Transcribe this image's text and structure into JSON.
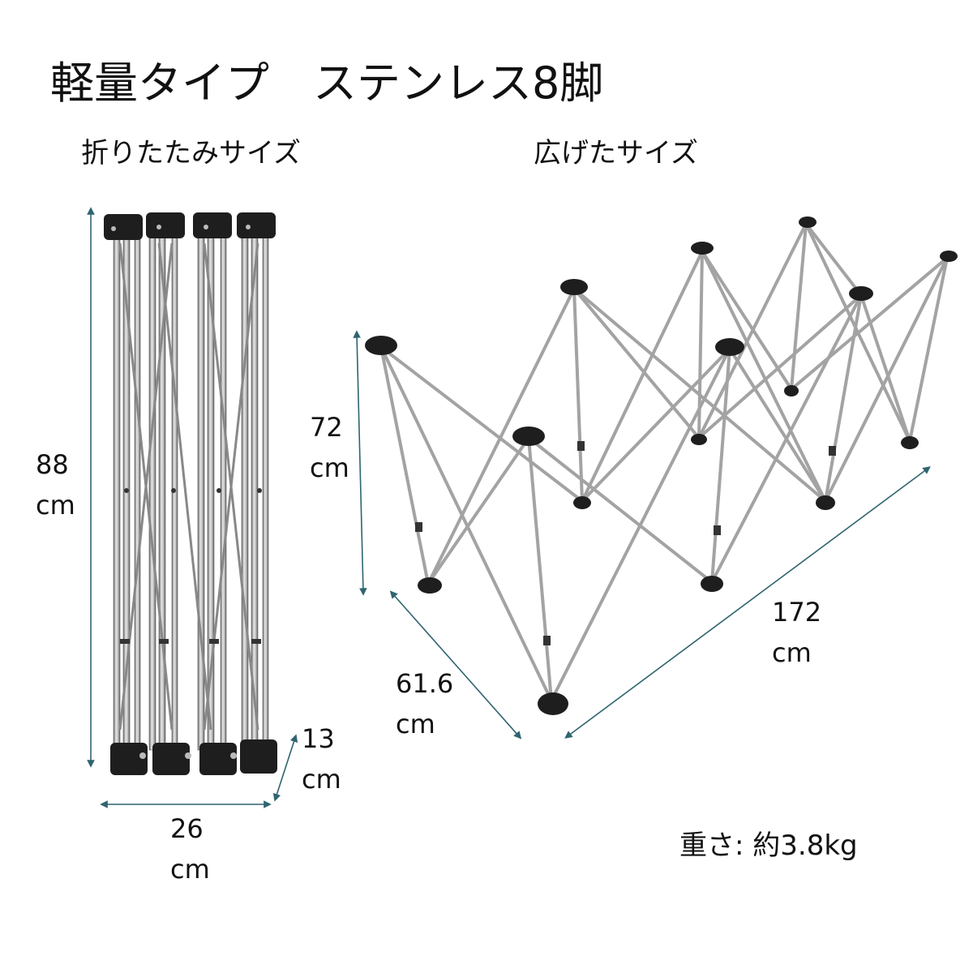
{
  "title": "軽量タイプ　ステンレス8脚",
  "folded": {
    "heading": "折りたたみサイズ",
    "height": {
      "value": "88",
      "unit": "cm"
    },
    "depth": {
      "value": "13",
      "unit": "cm"
    },
    "width": {
      "value": "26",
      "unit": "cm"
    }
  },
  "open": {
    "heading": "広げたサイズ",
    "height": {
      "value": "72",
      "unit": "cm"
    },
    "depth": {
      "value": "61.6",
      "unit": "cm"
    },
    "length": {
      "value": "172",
      "unit": "cm"
    }
  },
  "weight": "重さ: 約3.8kg",
  "colors": {
    "dimension_line": "#2f6470",
    "metal": "#9a9a9a",
    "cap": "#1e1e1e"
  }
}
